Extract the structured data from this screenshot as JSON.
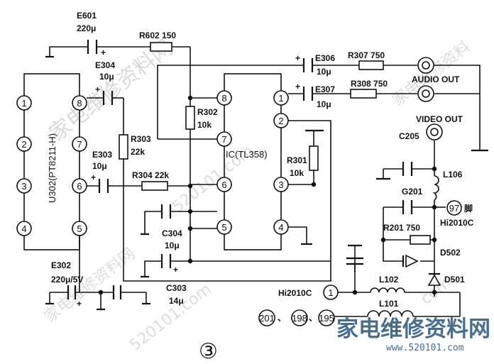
{
  "watermark": {
    "text_cn_diag": "家电维修资料网",
    "text_url_mid": "520101.com",
    "text_url_bottom": "520101.com",
    "text_cn_lower": "家电维修资料网",
    "text_cn_right": "家电维修资料",
    "text_com_right": "com",
    "brand_cn": "家电维修资料网",
    "brand_url": "www.520101.com"
  },
  "figure_number": "③",
  "chips": {
    "u302": {
      "label": "U302(PT8211-H)",
      "pins_left": [
        "1",
        "2",
        "3",
        "4"
      ],
      "pins_right": [
        "8",
        "7",
        "6",
        "5"
      ]
    },
    "ic358": {
      "label": "IC(TL358)",
      "pins_left": [
        "8",
        "7",
        "6",
        "5"
      ],
      "pins_right": [
        "1",
        "2",
        "3",
        "4"
      ]
    }
  },
  "components": {
    "e601": {
      "name": "E601",
      "value": "220μ"
    },
    "r602": "R602 150",
    "e304": {
      "name": "E304",
      "value": "10μ"
    },
    "r303": {
      "name": "R303",
      "value": "22k"
    },
    "e303": {
      "name": "E303",
      "value": "10μ"
    },
    "r304": "R304 22k",
    "r302": {
      "name": "R302",
      "value": "10k"
    },
    "c304": {
      "name": "C304",
      "value": "10μ"
    },
    "c303": {
      "name": "C303",
      "value": "14μ"
    },
    "e302": {
      "name": "E302",
      "value": "220μ/5V"
    },
    "r301": {
      "name": "R301",
      "value": "10k"
    },
    "e306": {
      "name": "E306",
      "value": "10μ"
    },
    "r307": "R307 750",
    "e307": {
      "name": "E307",
      "value": "10μ"
    },
    "r308": "R308 750",
    "c205": "C205",
    "l106": "L106",
    "g201": "G201",
    "r201": "R201 750",
    "d502": "D502",
    "d501": "D501",
    "l102": "L102",
    "l101": "L101"
  },
  "connectors": {
    "audio_out": "AUDIO OUT",
    "video_out": "VIDEO OUT",
    "pin97_number": "97",
    "pin97_suffix": "脚",
    "hi2010c_a": "Hi2010C",
    "hi2010c_b": "Hi2010C",
    "hi_pin1": "1",
    "pins_bottom": [
      "201",
      "198",
      "195"
    ]
  }
}
